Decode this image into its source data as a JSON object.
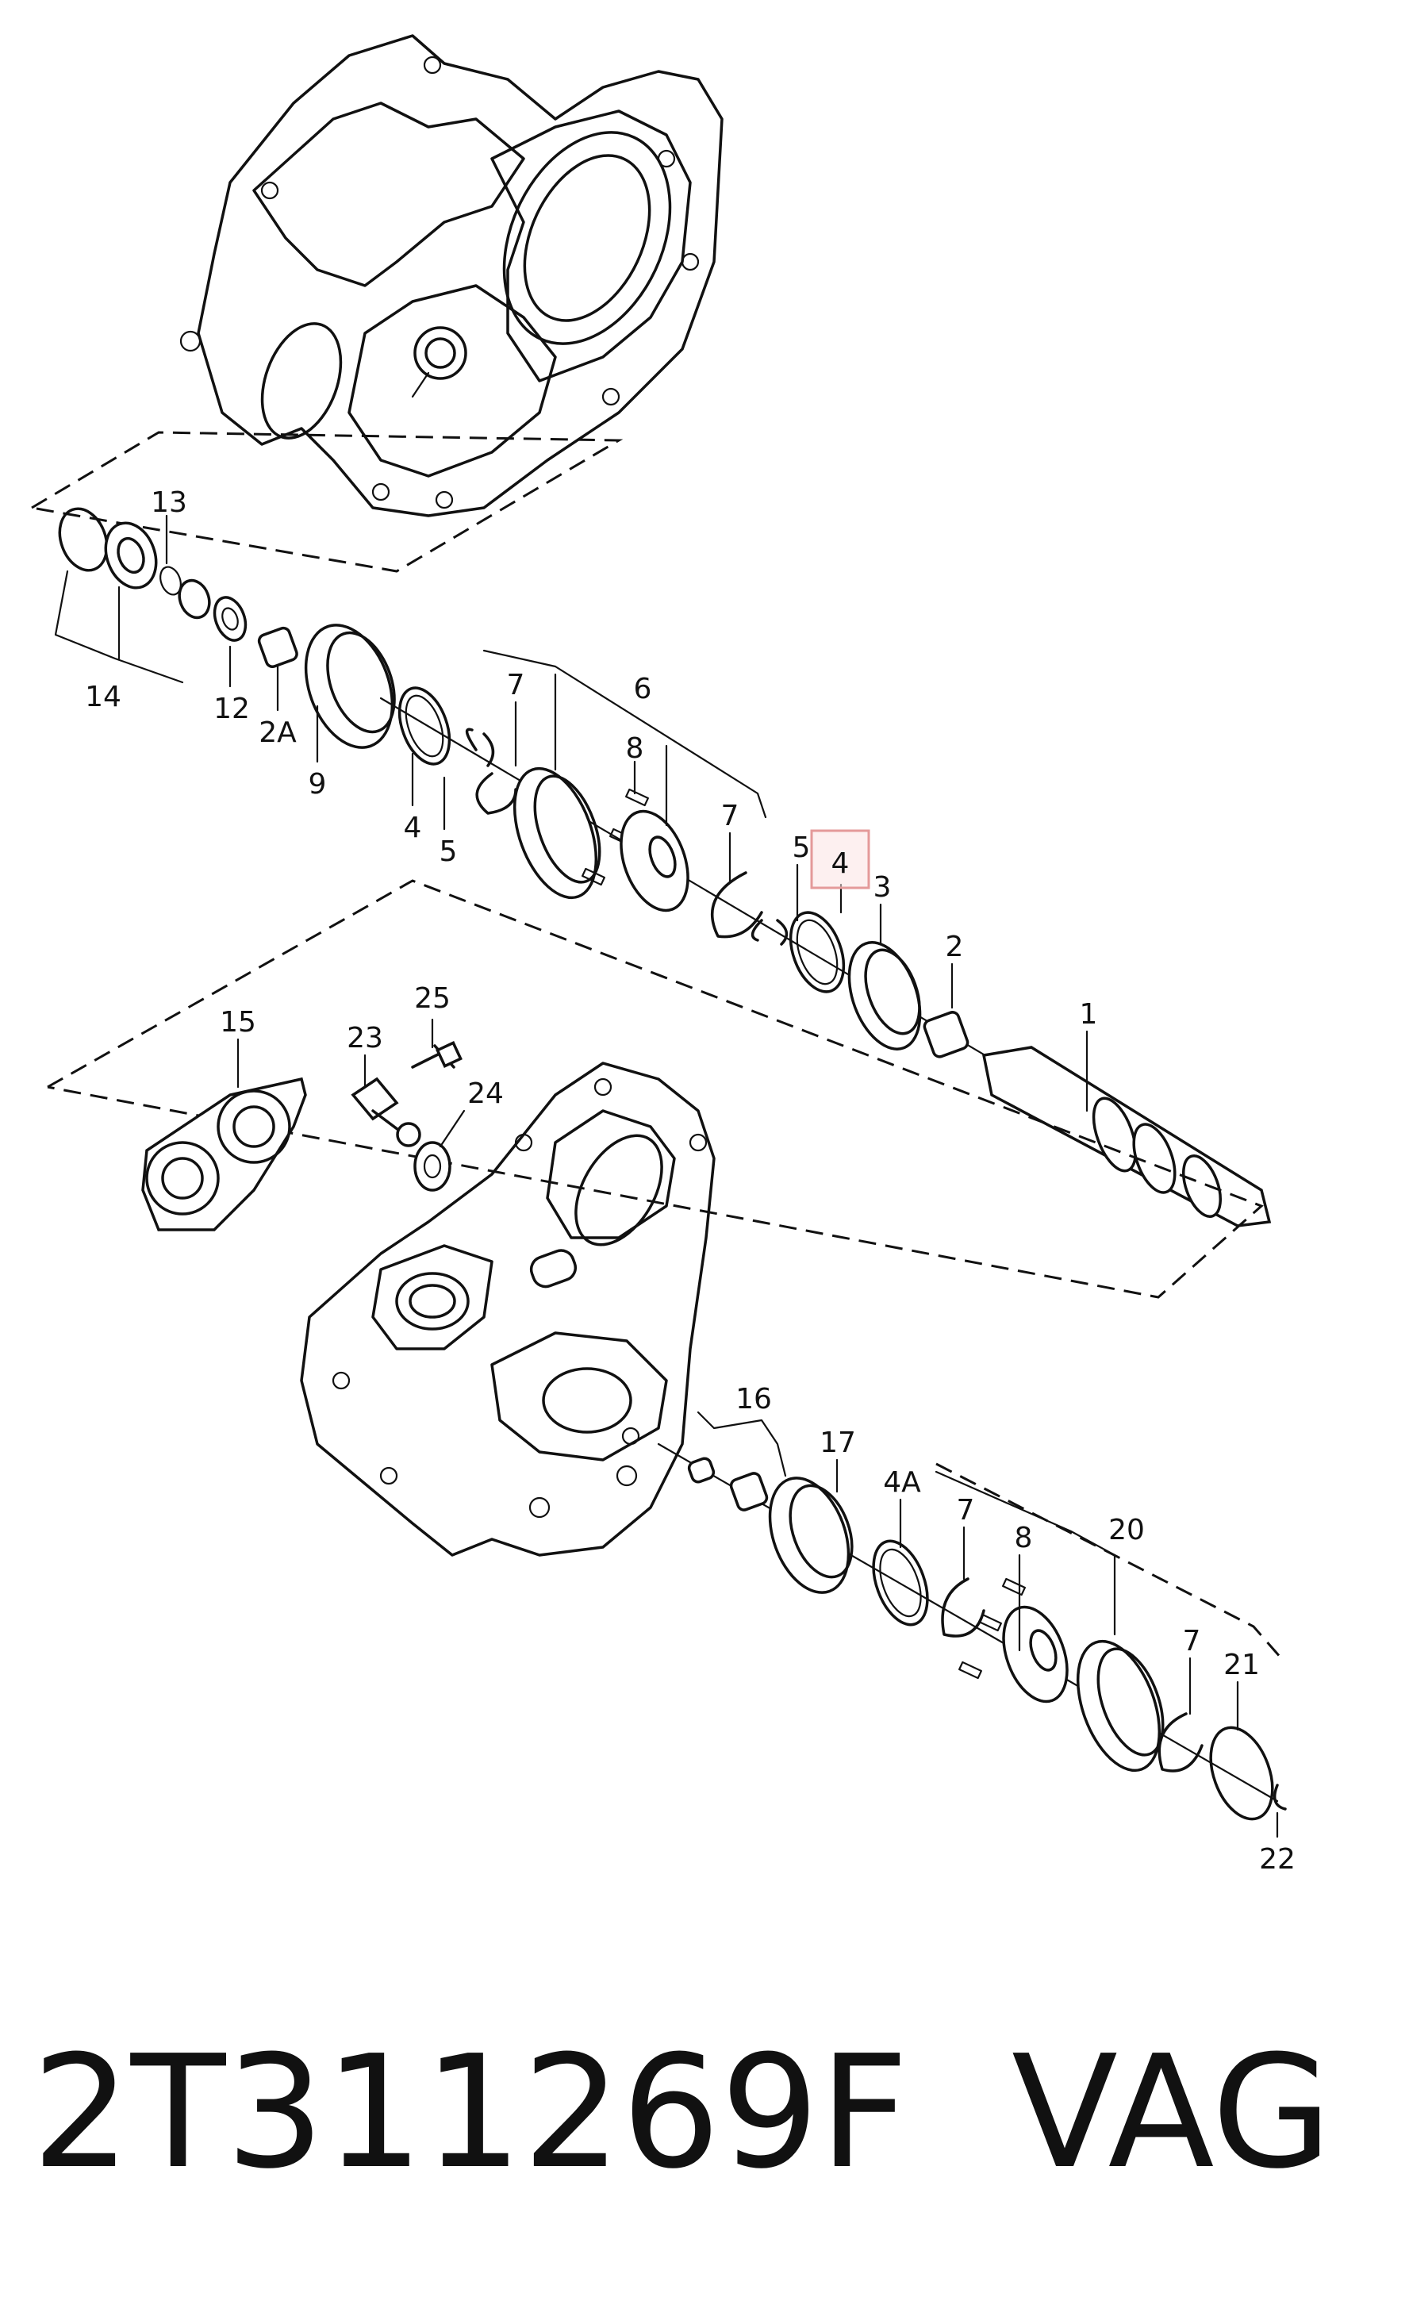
{
  "part_number": "2T311269F",
  "brand": "VAG",
  "highlighted_label": "4",
  "highlight_color": "#e49a9a",
  "labels": {
    "l13": "13",
    "l14": "14",
    "l12": "12",
    "l2a": "2A",
    "l9": "9",
    "l4a": "4",
    "l5a": "5",
    "l7a": "7",
    "l6": "6",
    "l8a": "8",
    "l7b": "7",
    "l5b": "5",
    "l4b": "4",
    "l3": "3",
    "l2": "2",
    "l1": "1",
    "l15": "15",
    "l23": "23",
    "l25": "25",
    "l24": "24",
    "l16": "16",
    "l17": "17",
    "l4A": "4A",
    "l7c": "7",
    "l8b": "8",
    "l20": "20",
    "l7d": "7",
    "l21": "21",
    "l22": "22"
  }
}
